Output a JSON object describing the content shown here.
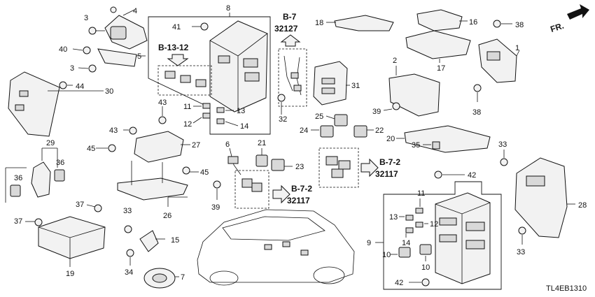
{
  "diagram_code": "TL4EB1310",
  "front_marker": "FR.",
  "ref_codes": {
    "b13_12": "B-13-12",
    "b7": "B-7",
    "b7_num": "32127",
    "b72_a": "B-7-2",
    "b72_a_num": "32117",
    "b72_b": "B-7-2",
    "b72_b_num": "32117"
  },
  "callouts": {
    "n1": "1",
    "n2": "2",
    "n3a": "3",
    "n3b": "3",
    "n4": "4",
    "n5": "5",
    "n6": "6",
    "n7": "7",
    "n8": "8",
    "n9": "9",
    "n10a": "10",
    "n10b": "10",
    "n11a": "11",
    "n11b": "11",
    "n12a": "12",
    "n12b": "12",
    "n13a": "13",
    "n13b": "13",
    "n14a": "14",
    "n14b": "14",
    "n15": "15",
    "n16": "16",
    "n17": "17",
    "n18": "18",
    "n19": "19",
    "n20": "20",
    "n21": "21",
    "n22": "22",
    "n23": "23",
    "n24": "24",
    "n25": "25",
    "n26": "26",
    "n27": "27",
    "n28": "28",
    "n29": "29",
    "n30": "30",
    "n31": "31",
    "n32": "32",
    "n33a": "33",
    "n33b": "33",
    "n33c": "33",
    "n34": "34",
    "n35": "35",
    "n36a": "36",
    "n36b": "36",
    "n37a": "37",
    "n37b": "37",
    "n38a": "38",
    "n38b": "38",
    "n39a": "39",
    "n39b": "39",
    "n40": "40",
    "n41": "41",
    "n42a": "42",
    "n42b": "42",
    "n43a": "43",
    "n43b": "43",
    "n44": "44",
    "n45a": "45",
    "n45b": "45"
  }
}
